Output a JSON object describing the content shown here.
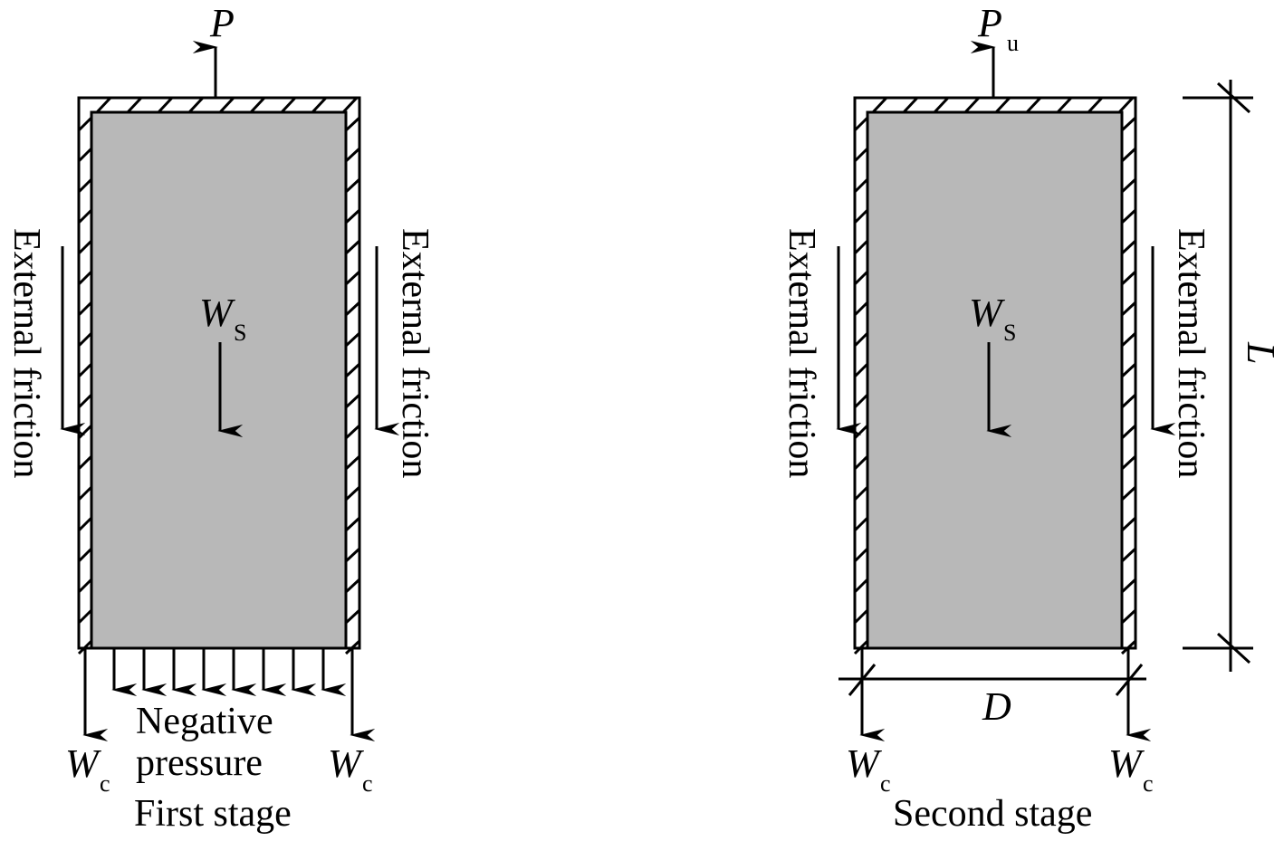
{
  "colors": {
    "fill": "#b8b8b8",
    "stroke": "#000000",
    "background": "#ffffff"
  },
  "first_stage": {
    "caption": "First stage",
    "top_force": {
      "symbol": "P",
      "subscript": ""
    },
    "self_weight": {
      "symbol": "W",
      "subscript": "S"
    },
    "left_friction": "External friction",
    "right_friction": "External friction",
    "bottom_load_label_line1": "Negative",
    "bottom_load_label_line2": "pressure",
    "left_wall_weight": {
      "symbol": "W",
      "subscript": "c"
    },
    "right_wall_weight": {
      "symbol": "W",
      "subscript": "c"
    },
    "pressure_arrow_count": 8
  },
  "second_stage": {
    "caption": "Second stage",
    "top_force": {
      "symbol": "P",
      "subscript": "u"
    },
    "self_weight": {
      "symbol": "W",
      "subscript": "S"
    },
    "left_friction": "External friction",
    "right_friction": "External friction",
    "left_wall_weight": {
      "symbol": "W",
      "subscript": "c"
    },
    "right_wall_weight": {
      "symbol": "W",
      "subscript": "c"
    },
    "dimension_length": "L",
    "dimension_diameter": "D"
  }
}
